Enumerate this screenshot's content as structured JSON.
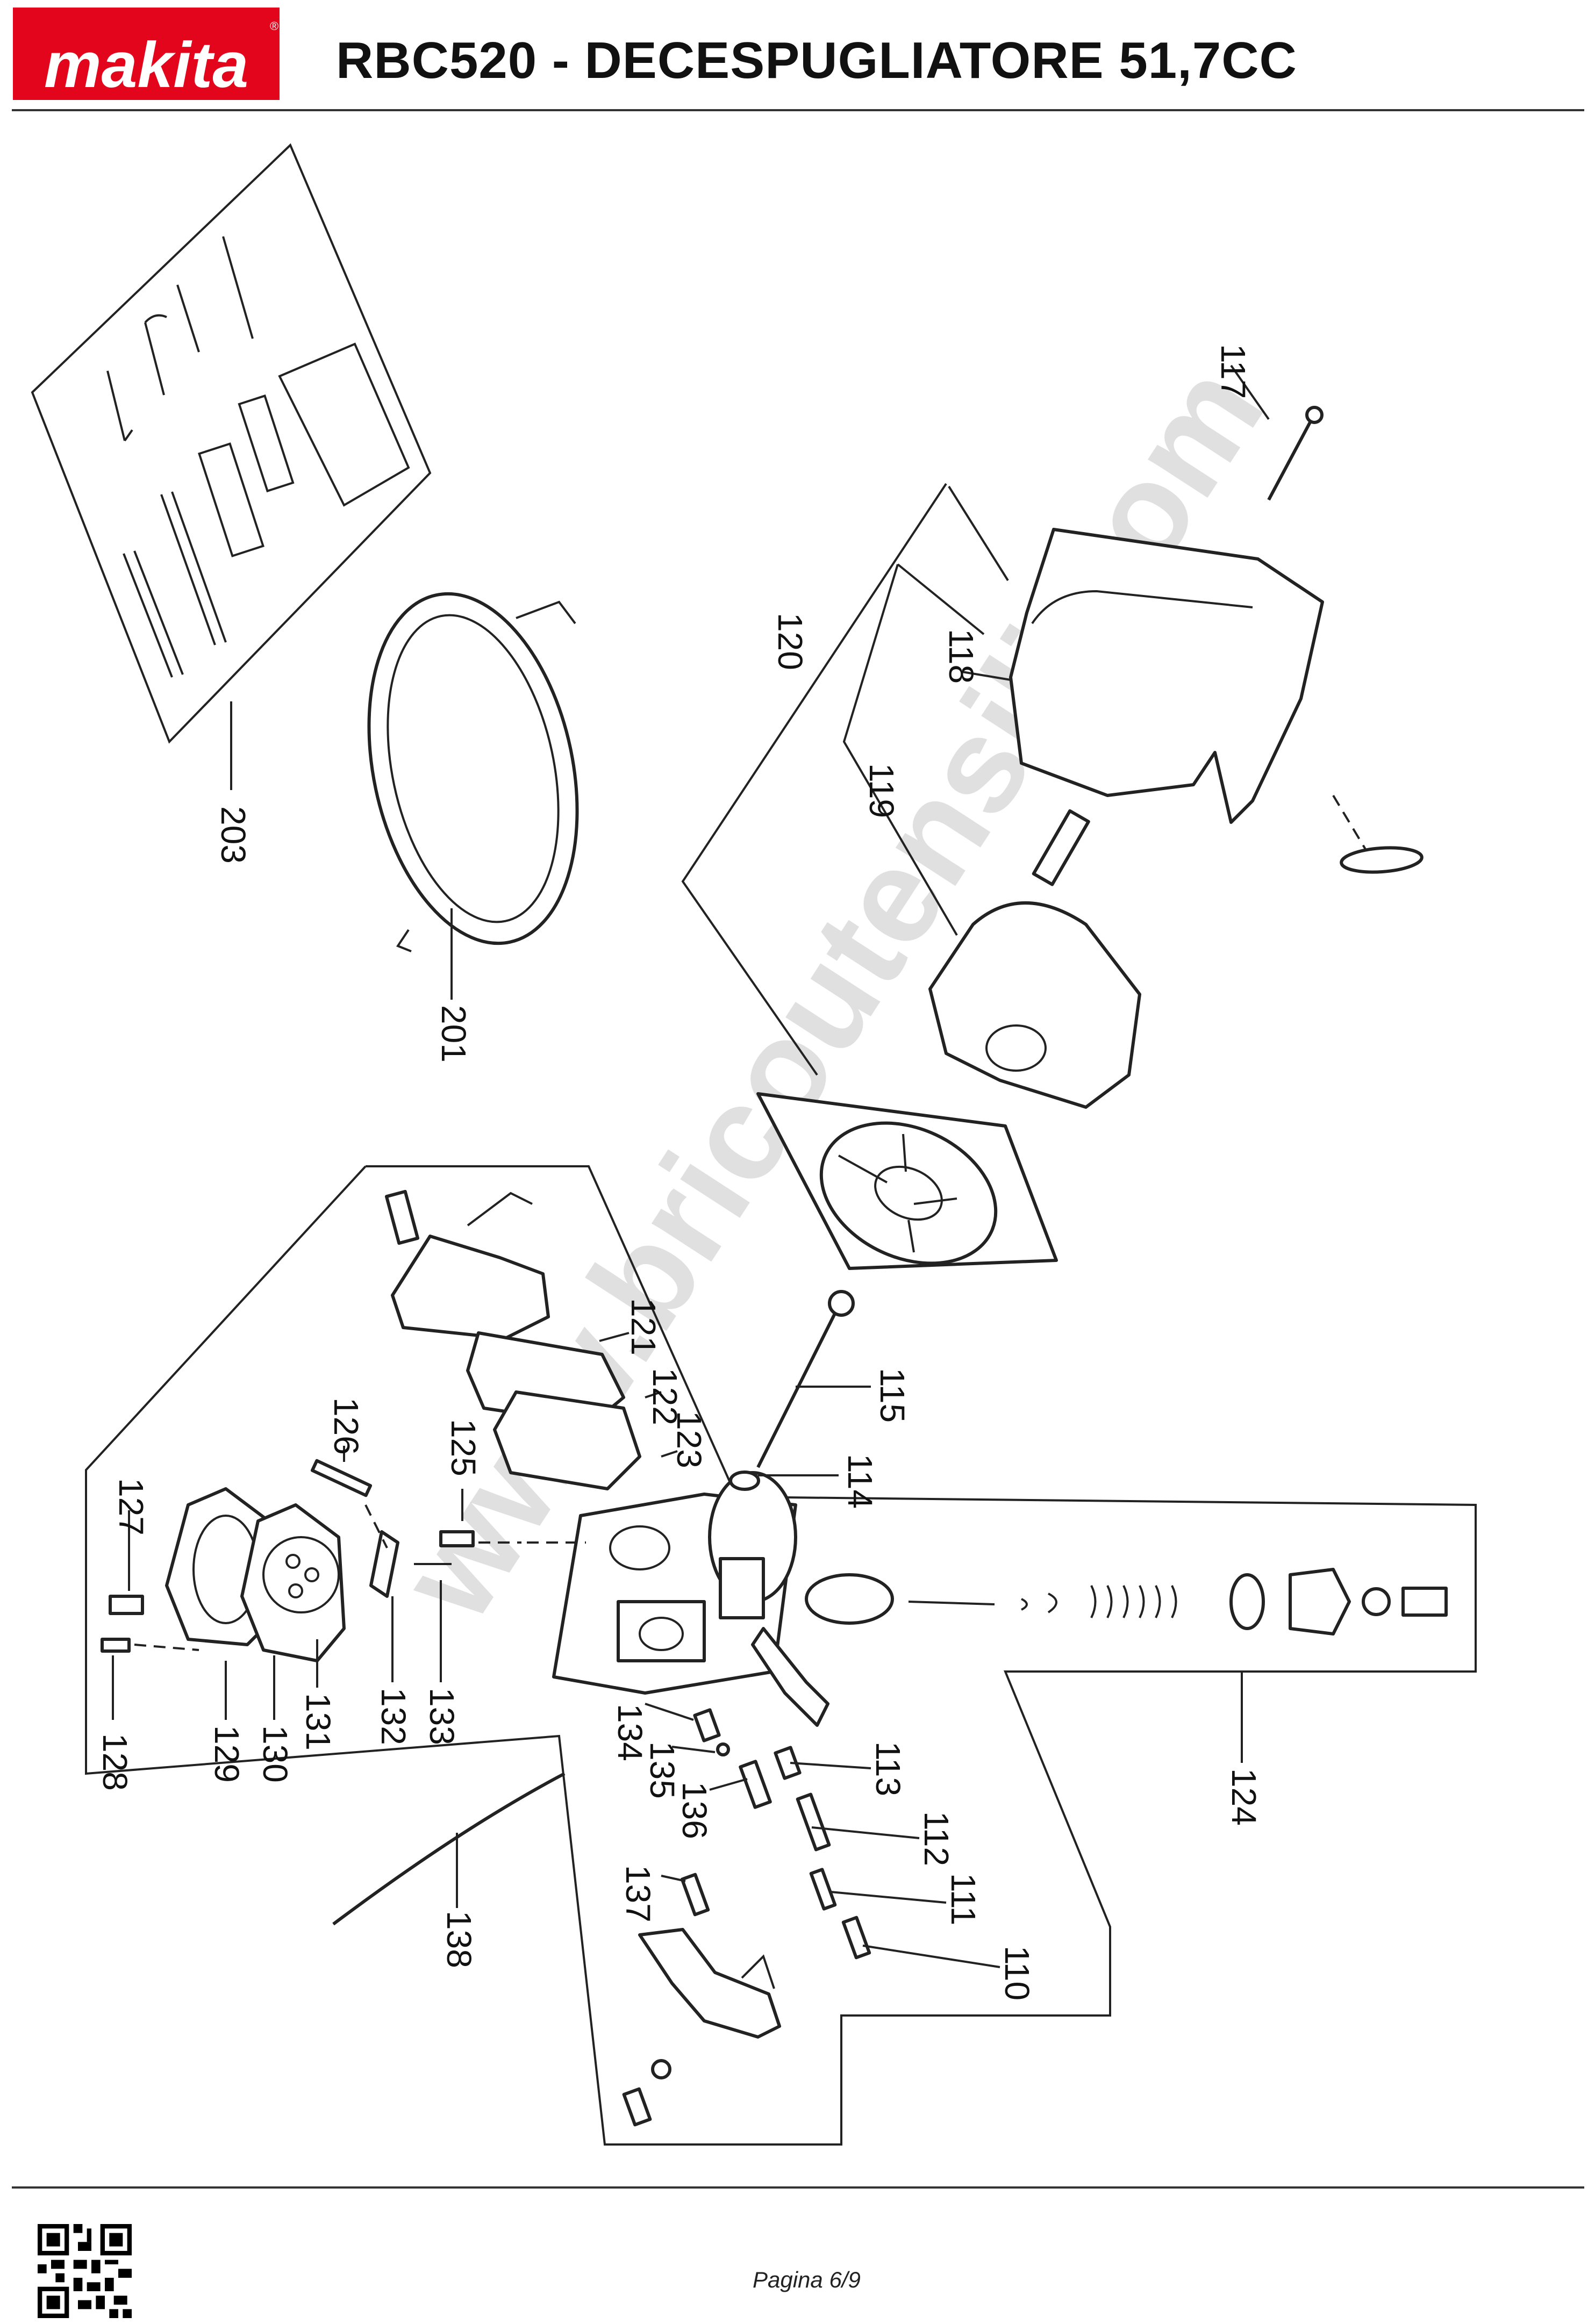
{
  "header": {
    "brand": "makita",
    "title": "RBC520 - DECESPUGLIATORE 51,7CC",
    "brand_color": "#e3051b"
  },
  "diagram": {
    "callouts": {
      "p110": "110",
      "p111": "111",
      "p112": "112",
      "p113": "113",
      "p114": "114",
      "p115": "115",
      "p117": "117",
      "p118": "118",
      "p119": "119",
      "p120": "120",
      "p121": "121",
      "p122": "122",
      "p123": "123",
      "p124": "124",
      "p125": "125",
      "p126": "126",
      "p127": "127",
      "p128": "128",
      "p129": "129",
      "p130": "130",
      "p131": "131",
      "p132": "132",
      "p133": "133",
      "p134": "134",
      "p135": "135",
      "p136": "136",
      "p137": "137",
      "p138": "138",
      "p201": "201",
      "p203": "203"
    },
    "watermark": "www.bricoutensili.com"
  },
  "footer": {
    "qr_icon": "qr-code-icon",
    "page_label": "Pagina 6/9"
  }
}
